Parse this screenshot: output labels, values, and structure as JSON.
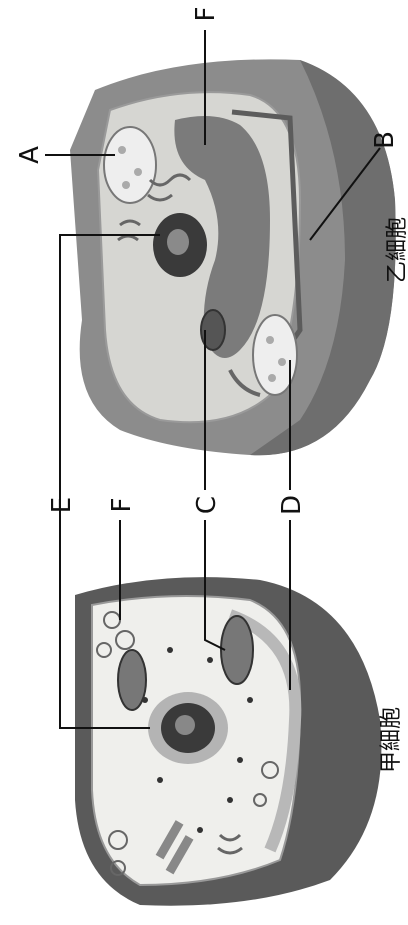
{
  "labels": {
    "A": "A",
    "B": "B",
    "C": "C",
    "D": "D",
    "E": "E",
    "F_top": "F",
    "F_mid": "F"
  },
  "captions": {
    "cell_a": "甲細胞",
    "cell_b": "乙細胞"
  },
  "colors": {
    "wall": "#8f8f8f",
    "cytoplasm": "#d9d9d5",
    "vacuole": "#7a7a7a",
    "nucleus": "#3a3a3a",
    "outer_dark": "#5a5a5a"
  }
}
